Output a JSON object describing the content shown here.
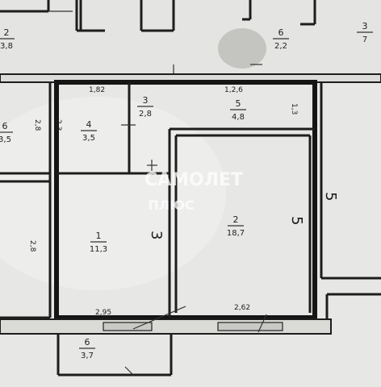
{
  "watermark": {
    "line1": "САМОЛЕТ",
    "line2": "ПЛЮС"
  },
  "rooms": [
    {
      "id": "room-1",
      "number": "1",
      "area": "11,3"
    },
    {
      "id": "room-2",
      "number": "2",
      "area": "18,7"
    },
    {
      "id": "room-3",
      "number": "3",
      "area": "2,8"
    },
    {
      "id": "room-4",
      "number": "4",
      "area": "3,5"
    },
    {
      "id": "room-5",
      "number": "5",
      "area": "4,8"
    },
    {
      "id": "room-6",
      "number": "6",
      "area": "3,7"
    }
  ],
  "neighbors": [
    {
      "id": "nb-top-left",
      "number": "2",
      "area": "3,8"
    },
    {
      "id": "nb-top-mid",
      "number": "6",
      "area": "2,2"
    },
    {
      "id": "nb-top-right",
      "number": "3",
      "area": "7"
    },
    {
      "id": "nb-left",
      "number": "6",
      "area": "3,5"
    }
  ],
  "dimensions": {
    "big_right": "5",
    "big_room2": "5",
    "big_room1": "3",
    "left_wall": "2,8",
    "mid_wall": "2,3",
    "bottom_left": "2,95",
    "bottom_right": "2,62",
    "top_a": "1,82",
    "top_b": "1,2,6",
    "left_lower": "2,8",
    "right_top": "1,3"
  }
}
